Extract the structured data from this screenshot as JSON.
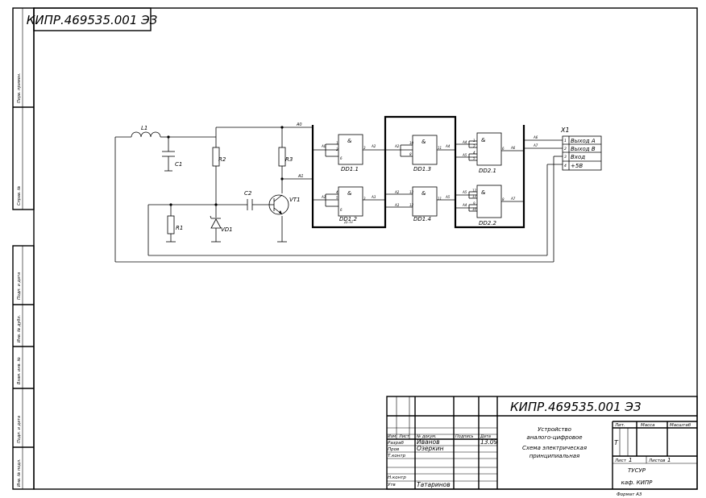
{
  "stamp": {
    "code": "КИПР.469535.001 ЭЗ",
    "code_mirrored": "КИПР.469535.001 ЭЗ",
    "title_lines": [
      "Устройство",
      "аналого-цифровое",
      "Схема электрическая",
      "принципиальная"
    ],
    "headers": {
      "izm": "Изм",
      "list": "Лист",
      "doc_no": "№ докум.",
      "sign": "Подпись",
      "date": "Дата"
    },
    "rows": [
      {
        "role": "Разраб",
        "name": "Иванов",
        "date": "13.09"
      },
      {
        "role": "Пров",
        "name": "Озеркин",
        "date": ""
      },
      {
        "role": "Т.контр",
        "name": "",
        "date": ""
      },
      {
        "role": "",
        "name": "",
        "date": ""
      },
      {
        "role": "Н.контр",
        "name": "",
        "date": ""
      },
      {
        "role": "Утв",
        "name": "Татаринов",
        "date": ""
      }
    ],
    "lit_label": "Лит.",
    "mass_label": "Масса",
    "scale_label": "Масштаб",
    "lit_value": "Т",
    "sheet_label": "Лист",
    "sheet_value": "1",
    "sheets_label": "Листов",
    "sheets_value": "1",
    "org_line1": "ТУСУР",
    "org_line2": "каф. КИПР",
    "format": "Формат А3"
  },
  "side_strip": {
    "labels": [
      "Перв. примен.",
      "Справ. №",
      "Подп. и дата",
      "Инв. № дубл.",
      "Взам. инв. №",
      "Подп. и дата",
      "Инв. № подл."
    ]
  },
  "schematic": {
    "components": {
      "L1": "L1",
      "C1": "C1",
      "R2": "R2",
      "R3": "R3",
      "C2": "C2",
      "VT1": "VT1",
      "R1": "R1",
      "VD1": "VD1"
    },
    "nets": {
      "A0": "A0",
      "A1": "A1"
    },
    "logic_symbol": "&",
    "gates": [
      {
        "name": "DD1.1",
        "pins_in": [
          "1",
          "2",
          "6"
        ],
        "pin_out": "3",
        "in_net": "A0",
        "out_net": "A2"
      },
      {
        "name": "DD1.2",
        "pins_in": [
          "4",
          "5",
          "6"
        ],
        "pin_out": "3",
        "in_net": "A1",
        "out_net": "A3",
        "sub": "Д1-34"
      },
      {
        "name": "DD1.3",
        "pins_in": [
          "10",
          "8"
        ],
        "pin_out": "11",
        "in_net": "A2",
        "out_net": "A4"
      },
      {
        "name": "DD1.4",
        "pins_in": [
          "13",
          "12"
        ],
        "pin_out": "11",
        "in_net": "A2",
        "in_net2": "A3",
        "out_net": "A5"
      },
      {
        "name": "DD2.1",
        "pins_in": [
          "1",
          "2",
          "4",
          "5"
        ],
        "pin_out": "6",
        "in_nets": [
          "A4",
          "A5",
          "A4",
          "A5"
        ],
        "out_net": "A6"
      },
      {
        "name": "DD2.2",
        "pins_in": [
          "12",
          "13",
          "9",
          "10"
        ],
        "pin_out": "8",
        "in_nets": [
          "A5",
          "A5",
          "A4",
          "A4"
        ],
        "out_net": "A7"
      }
    ],
    "connector": {
      "name": "X1",
      "pins": [
        {
          "num": "1",
          "label": "Выход А",
          "net": "A6"
        },
        {
          "num": "2",
          "label": "Выход В",
          "net": "A7"
        },
        {
          "num": "3",
          "label": "Вход",
          "net": ""
        },
        {
          "num": "4",
          "label": "+5В",
          "net": ""
        }
      ]
    }
  }
}
